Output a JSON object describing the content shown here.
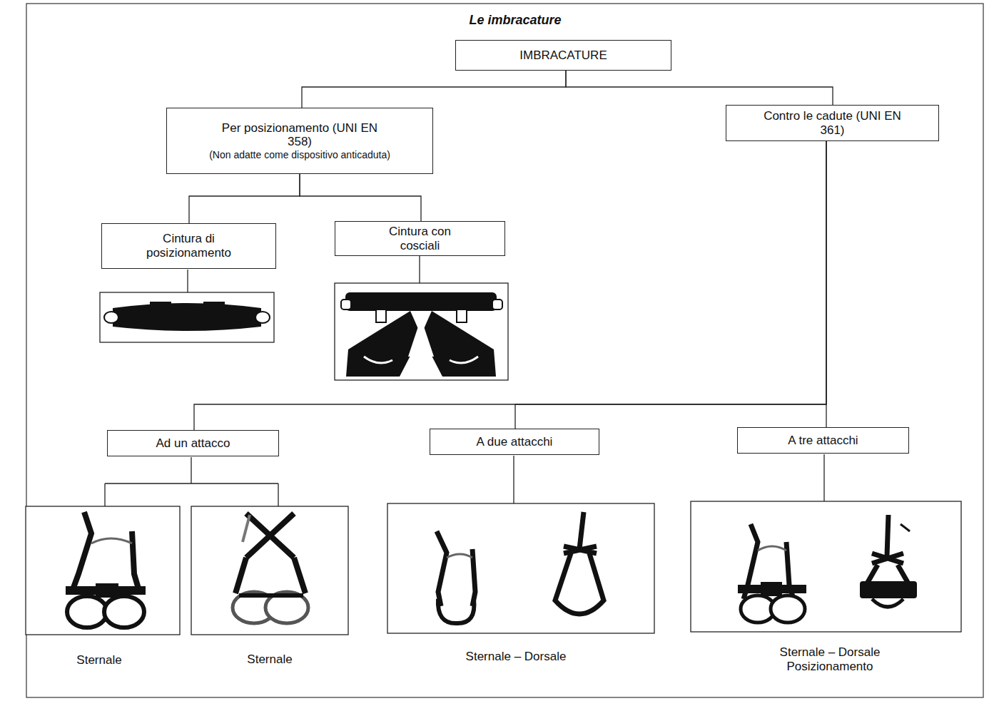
{
  "diagram": {
    "title": "Le imbracature",
    "nodes": [
      {
        "text": [
          "IMBRACATURE"
        ]
      },
      {
        "text": [
          "Per posizionamento (UNI EN 358)",
          "(Non adatte come dispositivo anticaduta)"
        ]
      },
      {
        "text": [
          "Contro le cadute (UNI EN 361)"
        ]
      },
      {
        "text": [
          "Cintura di posizionamento"
        ]
      },
      {
        "text": [
          "Cintura con cosciali"
        ]
      },
      {
        "text": [
          "Ad un attacco"
        ]
      },
      {
        "text": [
          "A due attacchi"
        ]
      },
      {
        "text": [
          "A tre attacchi"
        ]
      }
    ],
    "edges": [
      {
        "from": 0,
        "to": 1,
        "arrow": "none"
      },
      {
        "from": 0,
        "to": 2,
        "arrow": "none"
      },
      {
        "from": 1,
        "to": 3,
        "arrow": "none"
      },
      {
        "from": 1,
        "to": 4,
        "arrow": "none"
      },
      {
        "from": 2,
        "to": 5,
        "arrow": "none"
      },
      {
        "from": 2,
        "to": 6,
        "arrow": "none"
      },
      {
        "from": 2,
        "to": 7,
        "arrow": "none"
      }
    ],
    "labels": [
      "Sternale",
      "Sternale",
      "Sternale – Dorsale",
      "Sternale – Dorsale Posizionamento"
    ]
  }
}
